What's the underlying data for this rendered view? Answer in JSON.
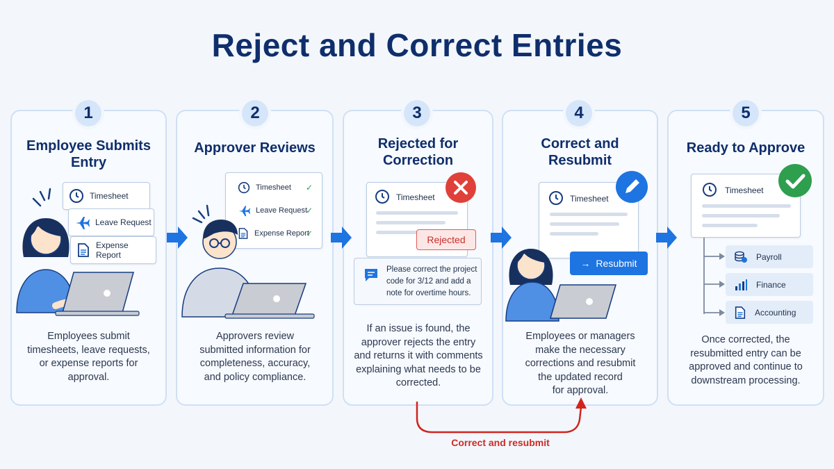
{
  "title": "Reject and Correct Entries",
  "steps": [
    {
      "number": "1",
      "title_lines": [
        "Employee Submits",
        "Entry"
      ],
      "description_lines": [
        "Employees submit",
        "timesheets, leave requests,",
        "or expense reports for",
        "approval."
      ]
    },
    {
      "number": "2",
      "title_lines": [
        "Approver Reviews"
      ],
      "description_lines": [
        "Approvers review",
        "submitted information for",
        "completeness, accuracy,",
        "and policy compliance."
      ]
    },
    {
      "number": "3",
      "title_lines": [
        "Rejected for",
        "Correction"
      ],
      "description_lines": [
        "If an issue is found, the",
        "approver rejects the entry",
        "and returns it with comments",
        "explaining what needs to be",
        "corrected."
      ]
    },
    {
      "number": "4",
      "title_lines": [
        "Correct and",
        "Resubmit"
      ],
      "description_lines": [
        "Employees or managers",
        "make the necessary",
        "corrections and resubmit",
        "the updated record",
        "for approval."
      ]
    },
    {
      "number": "5",
      "title_lines": [
        "Ready to Approve"
      ],
      "description_lines": [
        "Once corrected, the",
        "resubmitted entry can be",
        "approved and continue to",
        "downstream processing."
      ]
    }
  ],
  "step1_docs": [
    "Timesheet",
    "Leave Request",
    "Expense Report"
  ],
  "step2_docs": [
    "Timesheet",
    "Leave Request",
    "Expense Report"
  ],
  "step3": {
    "panel_title": "Timesheet",
    "status": "Rejected",
    "comment_lines": [
      "Please correct the project",
      "code for 3/12 and add a",
      "note for overtime hours."
    ]
  },
  "step4": {
    "panel_title": "Timesheet",
    "button": "Resubmit"
  },
  "step5": {
    "panel_title": "Timesheet",
    "destinations": [
      "Payroll",
      "Finance",
      "Accounting"
    ]
  },
  "loop_label": "Correct and resubmit",
  "colors": {
    "navy": "#0f2e6b",
    "accent_blue": "#1e74e0",
    "reject_red": "#e0403a",
    "approve_green": "#2e9e4f"
  }
}
